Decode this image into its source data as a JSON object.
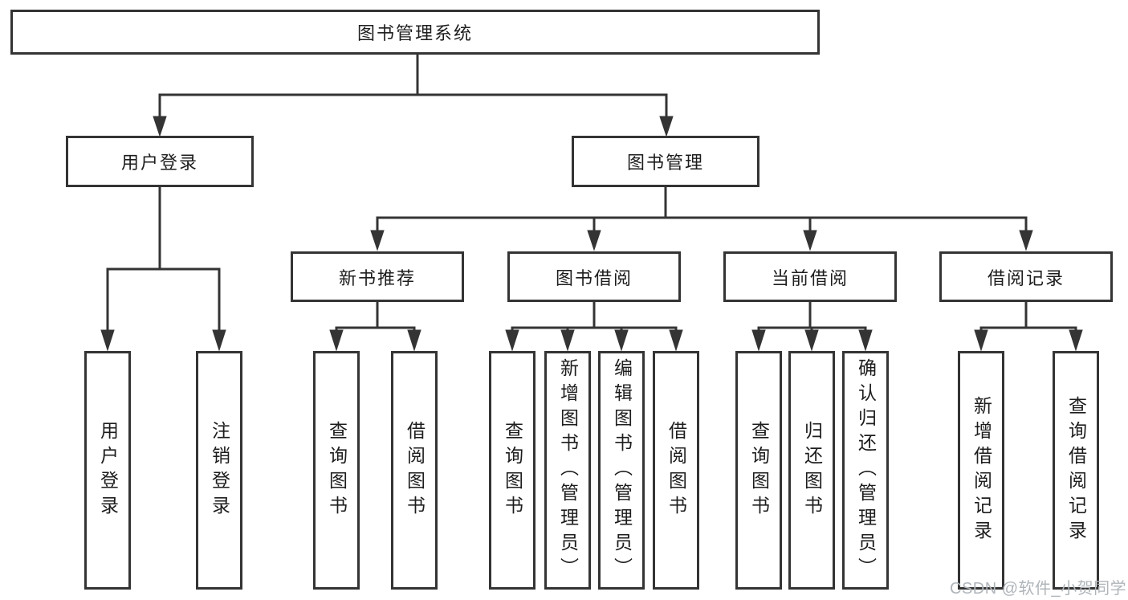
{
  "diagram": {
    "title": "图书管理系统",
    "tree": {
      "root": {
        "label": "图书管理系统"
      },
      "children": [
        {
          "label": "用户登录",
          "children": [
            "用户登录",
            "注销登录"
          ]
        },
        {
          "label": "图书管理",
          "children": [
            {
              "label": "新书推荐",
              "children": [
                "查询图书",
                "借阅图书"
              ]
            },
            {
              "label": "图书借阅",
              "children": [
                "查询图书",
                "新增图书（管理员）",
                "编辑图书（管理员）",
                "借阅图书"
              ]
            },
            {
              "label": "当前借阅",
              "children": [
                "查询图书",
                "归还图书",
                "确认归还（管理员）"
              ]
            },
            {
              "label": "借阅记录",
              "children": [
                "新增借阅记录",
                "查询借阅记录"
              ]
            }
          ]
        }
      ]
    }
  },
  "watermark": {
    "text": "CSDN @软件_小贺同学"
  },
  "colors": {
    "line": "#343434",
    "text": "#1d1d1d",
    "box_bg": "#ffffff",
    "watermark": "#b0b5ba",
    "page_bg": "#ffffff"
  }
}
